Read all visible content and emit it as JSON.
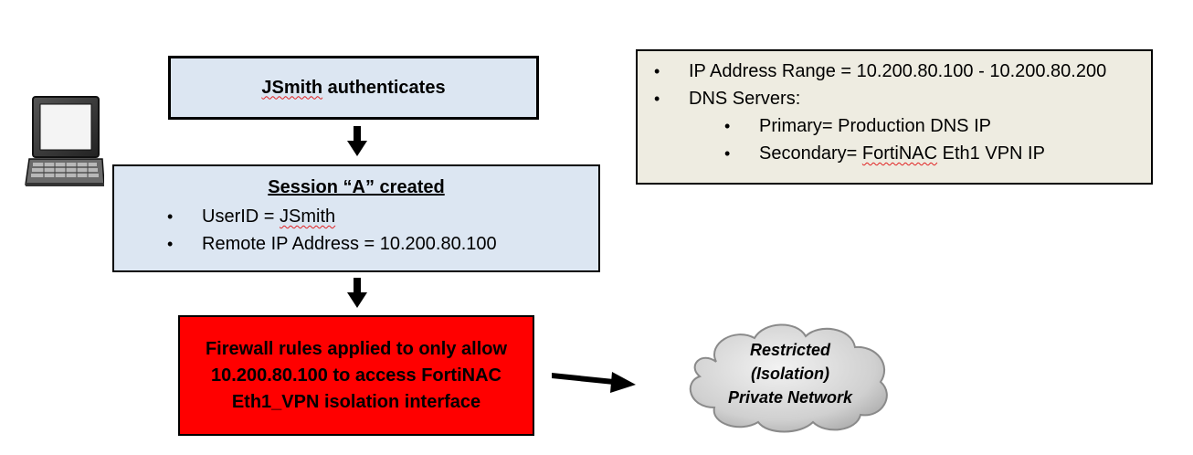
{
  "auth_box": {
    "user": "JSmith",
    "text": " authenticates"
  },
  "session_box": {
    "title": "Session “A” created",
    "bullets": [
      {
        "prefix": "UserID = ",
        "value": "JSmith"
      },
      {
        "text": "Remote IP Address = 10.200.80.100"
      }
    ]
  },
  "firewall_box": {
    "lines": [
      "Firewall rules applied to only allow",
      "10.200.80.100 to access FortiNAC",
      "Eth1_VPN isolation interface"
    ],
    "color": "#ff0000"
  },
  "dhcp_box": {
    "bullets": [
      "IP Address Range = 10.200.80.100 - 10.200.80.200",
      "DNS Servers:"
    ],
    "sub_bullets": [
      {
        "text": "Primary= Production DNS IP"
      },
      {
        "prefix": "Secondary= ",
        "highlight": "FortiNAC",
        "suffix": " Eth1 VPN IP"
      }
    ],
    "color": "#eeece1"
  },
  "cloud": {
    "lines": [
      "Restricted",
      "(Isolation)",
      "Private Network"
    ]
  },
  "icons": {
    "laptop": "laptop-icon",
    "cloud": "cloud-icon",
    "arrow": "arrow-icon"
  }
}
